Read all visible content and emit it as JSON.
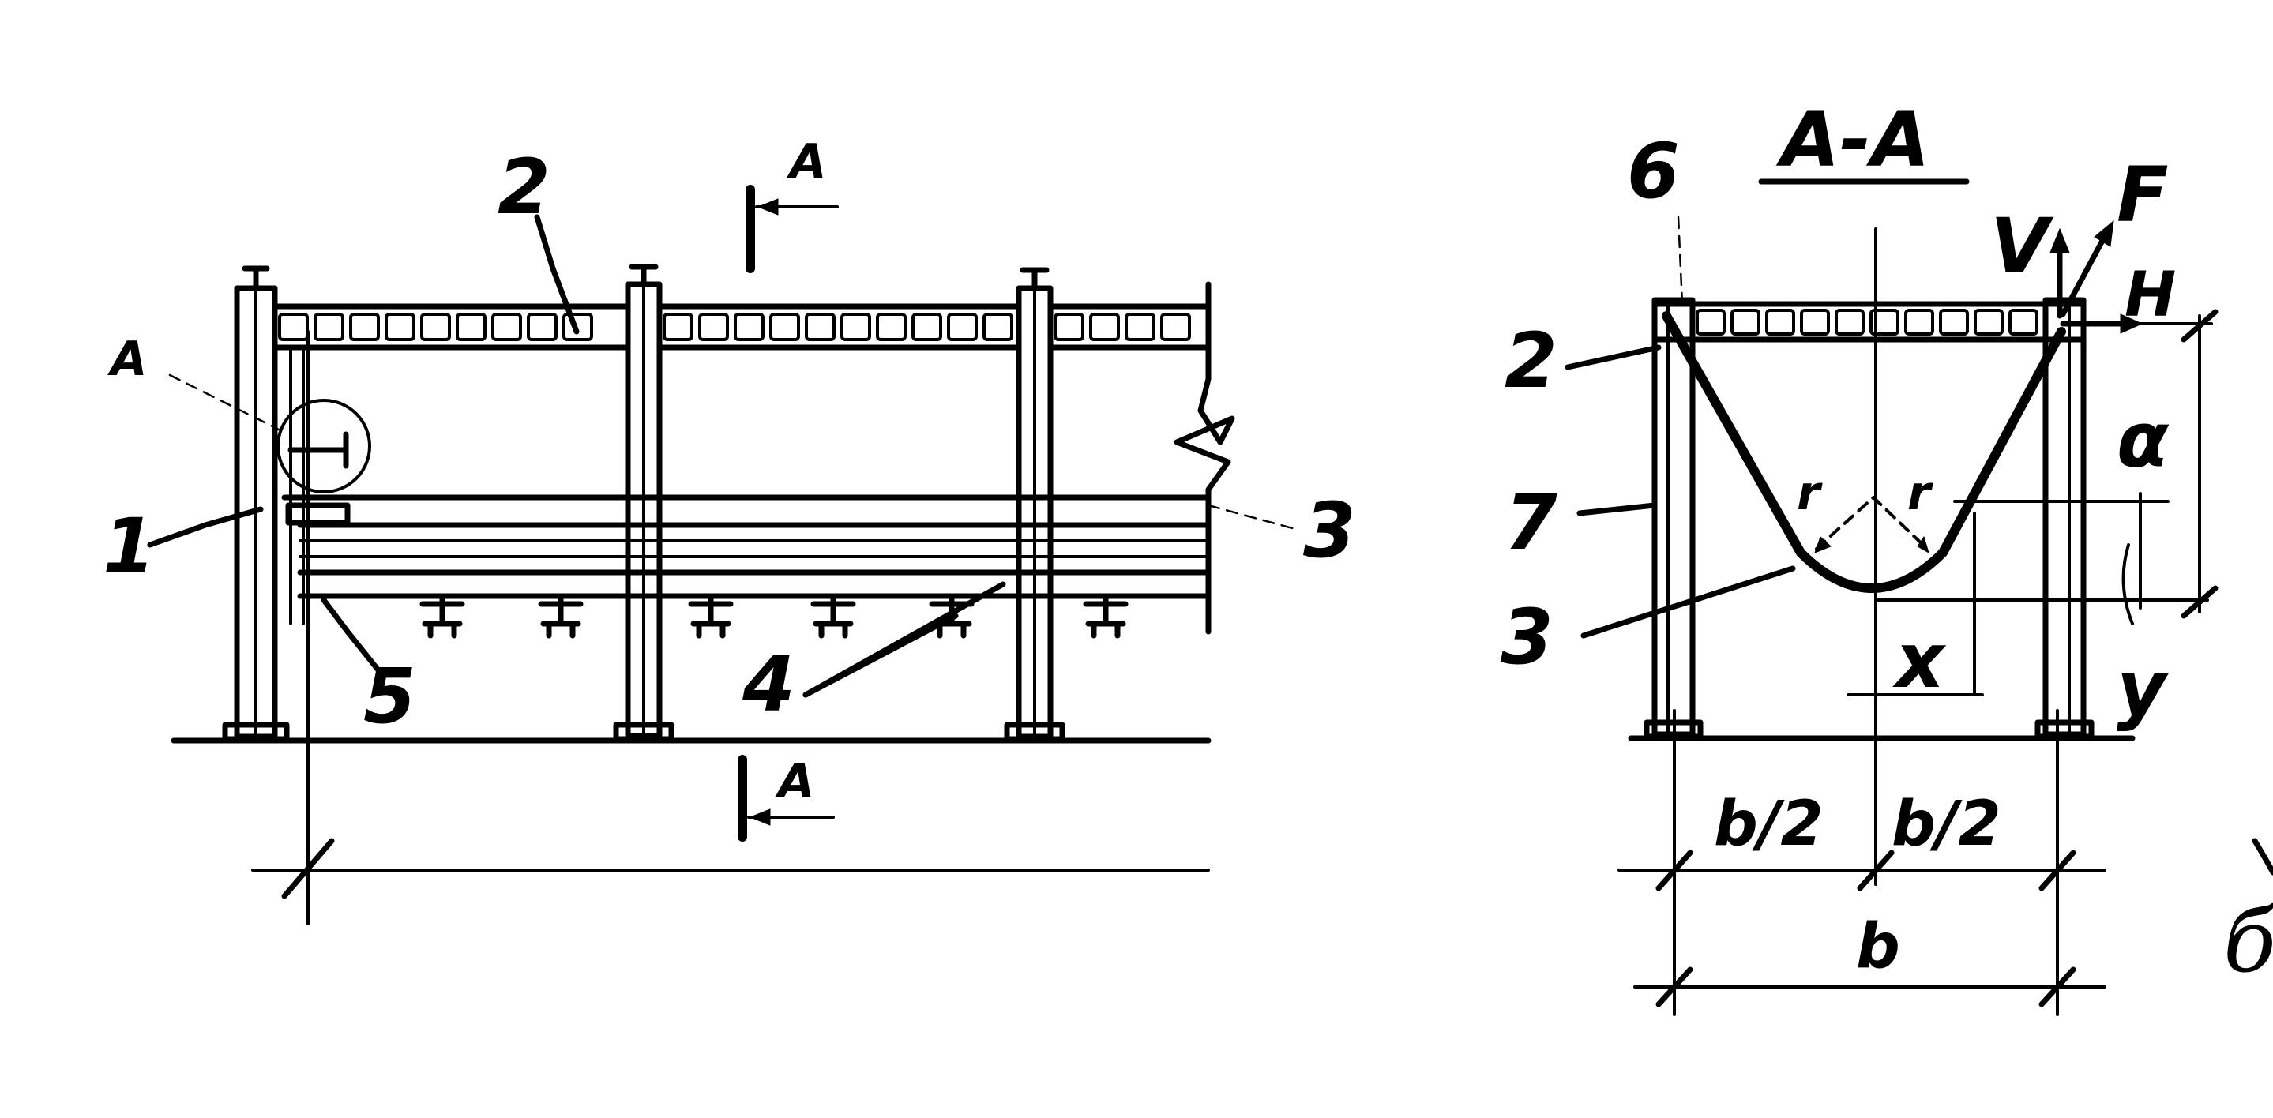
{
  "left_view": {
    "labels": {
      "n1": "1",
      "n2": "2",
      "n3": "3",
      "n4": "4",
      "n5": "5",
      "detail": "A",
      "section_top": "A",
      "section_bottom": "A"
    }
  },
  "right_view": {
    "title": "A-A",
    "labels": {
      "n2": "2",
      "n3": "3",
      "n6": "6",
      "n7": "7",
      "F": "F",
      "V": "V",
      "H": "H",
      "alpha": "α",
      "r1": "r",
      "r2": "r",
      "x": "x",
      "y": "y",
      "half_b_left": "b/2",
      "half_b_right": "b/2",
      "b": "b"
    }
  },
  "figure_label": "б"
}
